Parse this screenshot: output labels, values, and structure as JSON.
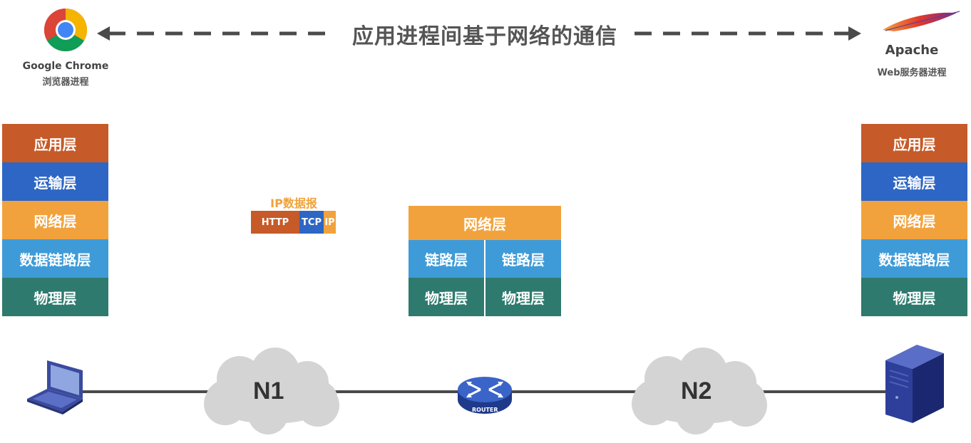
{
  "title": "应用进程间基于网络的通信",
  "client": {
    "name": "Google Chrome",
    "desc": "浏览器进程"
  },
  "server": {
    "name": "Apache",
    "desc": "Web服务器进程"
  },
  "host_stack": [
    "应用层",
    "运输层",
    "网络层",
    "数据链路层",
    "物理层"
  ],
  "router_stack": {
    "network": "网络层",
    "link_left": "链路层",
    "link_right": "链路层",
    "phys_left": "物理层",
    "phys_right": "物理层"
  },
  "datagram": {
    "label": "IP数据报",
    "http": "HTTP",
    "tcp": "TCP",
    "ip": "IP"
  },
  "networks": {
    "n1": "N1",
    "n2": "N2"
  },
  "router_label": "ROUTER",
  "colors": {
    "application": "#c65a28",
    "transport": "#2d66c4",
    "network": "#f2a23c",
    "datalink": "#3e9bd8",
    "physical": "#2e7a6e",
    "arrow": "#4a4a4a"
  }
}
